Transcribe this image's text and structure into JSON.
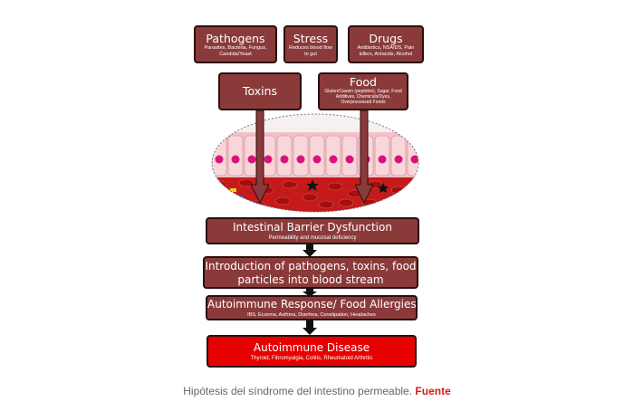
{
  "sources": {
    "pathogens": {
      "title": "Pathogens",
      "detail": "Parasites, Bacteria, Fungus, Candida/Yeast"
    },
    "stress": {
      "title": "Stress",
      "detail": "Reduces blood flow to gut"
    },
    "drugs": {
      "title": "Drugs",
      "detail": "Antibiotics, NSAIDS, Pain killers, Antacids, Alcohol"
    },
    "toxins": {
      "title": "Toxins"
    },
    "food": {
      "title": "Food",
      "detail": "Gluten/Casein (peptides), Sugar, Food Additives, Chemicals/Dyes, Overprocessed Foods"
    }
  },
  "flow": {
    "barrier": {
      "title": "Intestinal Barrier Dysfunction",
      "detail": "Permeability and mucosal deficiency"
    },
    "introduction": {
      "title": "Introduction of pathogens, toxins, food particles into blood stream"
    },
    "autoimmune_response": {
      "title": "Autoimmune Response/ Food Allergies",
      "detail": "IBS, Eczema, Asthma, Diarrhea, Constipation, Headaches"
    },
    "disease": {
      "title": "Autoimmune Disease",
      "detail": "Thyroid, Fibromyalgia, Colitis, Rheumatoid Arthritis"
    }
  },
  "colors": {
    "box_fill": "#8b3a3a",
    "disease_fill": "#e60000",
    "link": "#d81b1b"
  },
  "caption": {
    "text": "Hipótesis del síndrome del intestino permeable.",
    "source": "Fuente"
  }
}
